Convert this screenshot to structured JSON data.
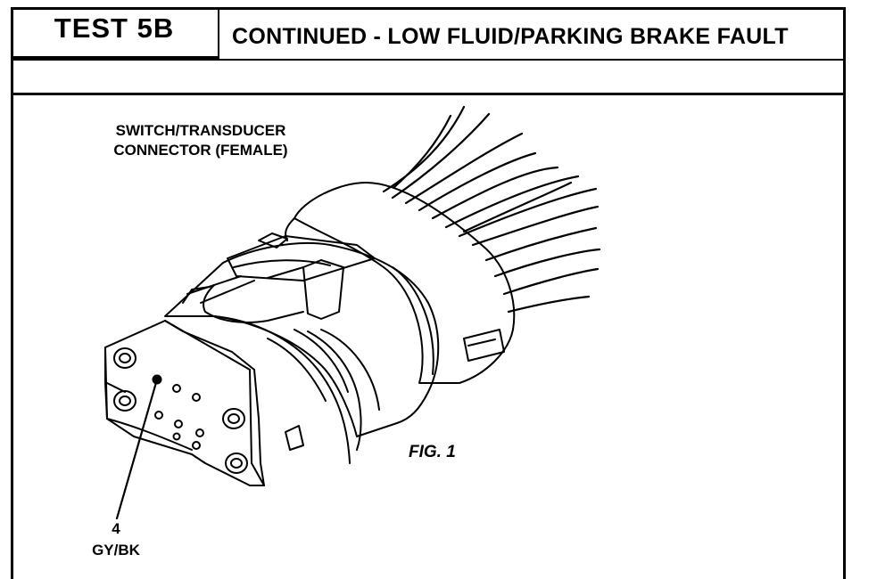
{
  "header": {
    "test_id": "TEST 5B",
    "title": "CONTINUED - LOW FLUID/PARKING BRAKE FAULT"
  },
  "diagram": {
    "connector_label_line1": "SWITCH/TRANSDUCER",
    "connector_label_line2": "CONNECTOR (FEMALE)",
    "pin_number": "4",
    "pin_wire_color": "GY/BK",
    "figure_label": "FIG. 1"
  }
}
